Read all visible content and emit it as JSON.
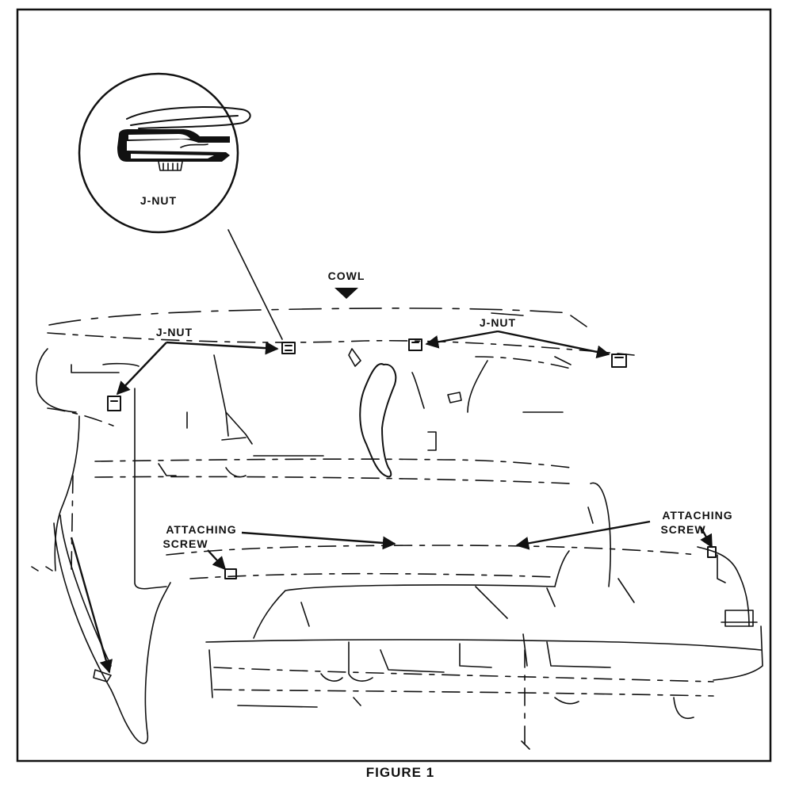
{
  "labels": {
    "inset_jnut": "J-NUT",
    "cowl": "COWL",
    "jnut_left": "J-NUT",
    "jnut_right": "J-NUT",
    "attaching_screw_left_line1": "ATTACHING",
    "attaching_screw_left_line2": "SCREW",
    "attaching_screw_right_line1": "ATTACHING",
    "attaching_screw_right_line2": "SCREW"
  },
  "caption": "FIGURE 1"
}
